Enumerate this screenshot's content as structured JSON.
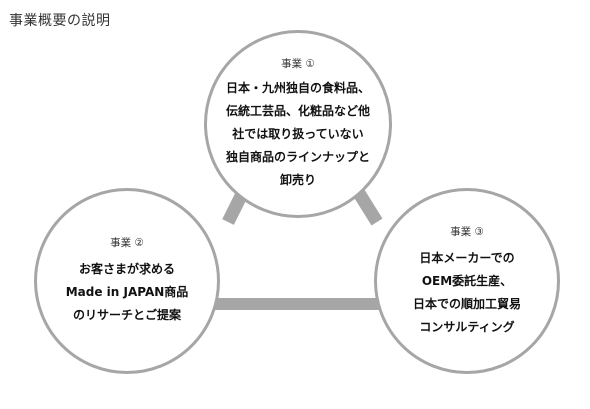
{
  "title": "事業概要の説明",
  "colors": {
    "circle_border": "#a6a6a6",
    "connector": "#a6a6a6",
    "background": "#ffffff"
  },
  "businesses": [
    {
      "label": "事業 ①",
      "lines": [
        "日本・九州独自の食料品、",
        "伝統工芸品、化粧品など他",
        "社では取り扱っていない",
        "独自商品のラインナップと",
        "卸売り"
      ]
    },
    {
      "label": "事業 ②",
      "lines": [
        "お客さまが求める",
        "Made in JAPAN商品",
        "のリサーチとご提案"
      ]
    },
    {
      "label": "事業 ③",
      "lines": [
        "日本メーカーでの",
        "OEM委託生産、",
        "日本での順加工貿易",
        "コンサルティング"
      ]
    }
  ]
}
